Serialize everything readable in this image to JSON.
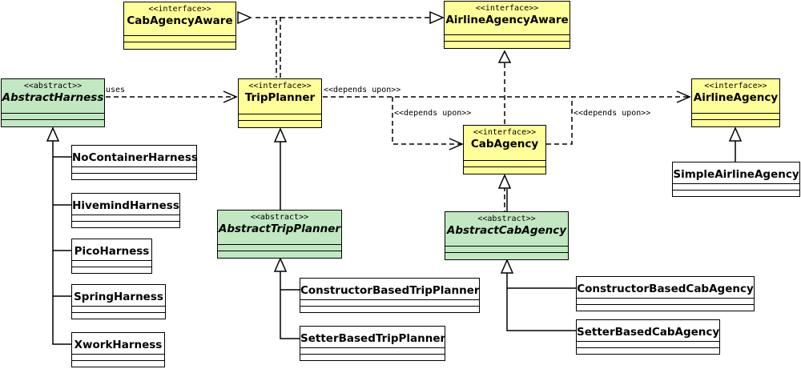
{
  "stereotypes": {
    "interface": "<<interface>>",
    "abstract": "<<abstract>>"
  },
  "classes": {
    "cab_agency_aware": "CabAgencyAware",
    "airline_agency_aware": "AirlineAgencyAware",
    "abstract_harness": "AbstractHarness",
    "trip_planner": "TripPlanner",
    "airline_agency": "AirlineAgency",
    "cab_agency": "CabAgency",
    "simple_airline_agency": "SimpleAirlineAgency",
    "no_container_harness": "NoContainerHarness",
    "hivemind_harness": "HivemindHarness",
    "pico_harness": "PicoHarness",
    "spring_harness": "SpringHarness",
    "xwork_harness": "XworkHarness",
    "abstract_trip_planner": "AbstractTripPlanner",
    "abstract_cab_agency": "AbstractCabAgency",
    "constructor_based_trip_planner": "ConstructorBasedTripPlanner",
    "setter_based_trip_planner": "SetterBasedTripPlanner",
    "constructor_based_cab_agency": "ConstructorBasedCabAgency",
    "setter_based_cab_agency": "SetterBasedCabAgency"
  },
  "edge_labels": {
    "uses": "uses",
    "depends_trip_airline": "<<depends upon>>",
    "depends_trip_cab": "<<depends upon>>",
    "depends_cab_airline": "<<depends upon>>"
  }
}
